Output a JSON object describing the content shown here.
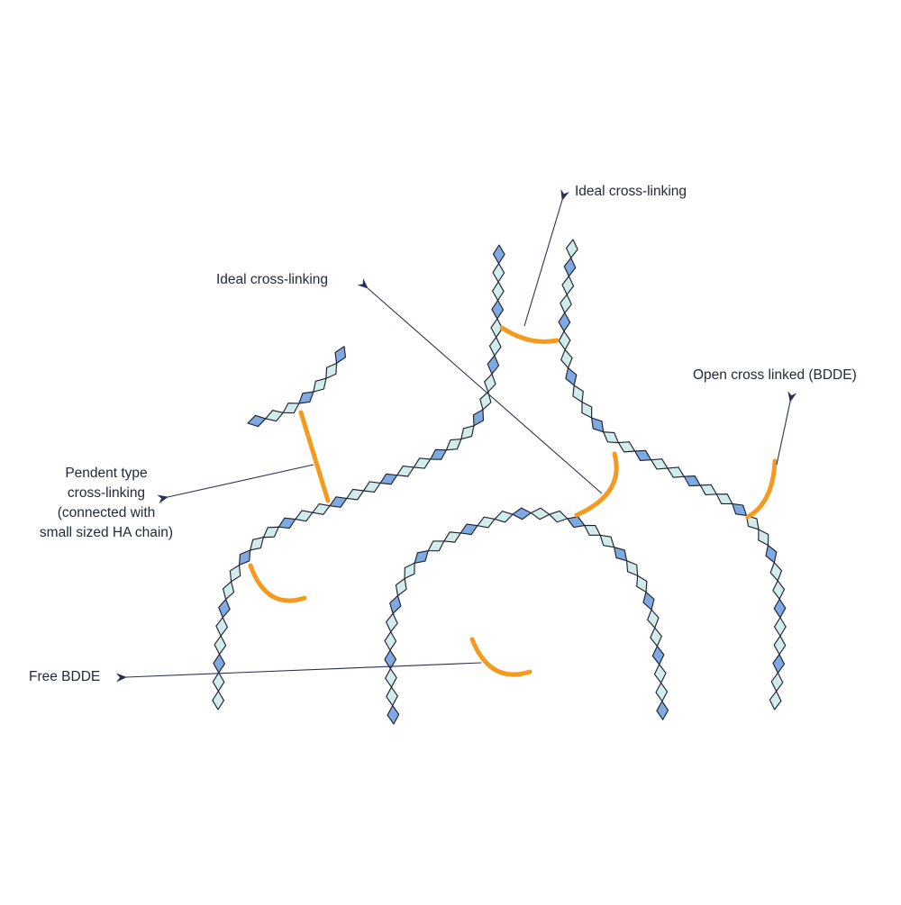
{
  "labels": {
    "ideal_top": "Ideal cross-linking",
    "ideal_left": "Ideal cross-linking",
    "open_crosslinked": "Open cross linked (BDDE)",
    "pendent": [
      "Pendent type",
      "cross-linking",
      "(connected with",
      "small sized HA chain)"
    ],
    "free_bdde": "Free BDDE"
  },
  "colors": {
    "bead_light": "#d2ebeb",
    "bead_dark": "#7fa9e0",
    "bead_stroke": "#1c2230",
    "crosslinker": "#f39a1f",
    "arrow": "#2a2f55"
  }
}
